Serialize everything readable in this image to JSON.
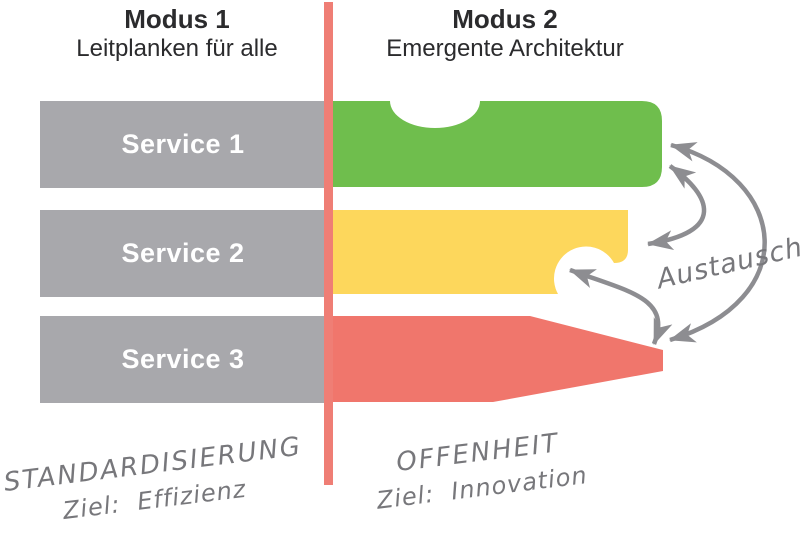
{
  "header": {
    "left": {
      "title": "Modus 1",
      "subtitle": "Leitplanken für alle"
    },
    "right": {
      "title": "Modus 2",
      "subtitle": "Emergente Architektur"
    }
  },
  "services": [
    {
      "label": "Service 1",
      "right_shape": "rounded-bar-with-top-notch",
      "color": "#6fbe4d"
    },
    {
      "label": "Service 2",
      "right_shape": "bar-with-bottom-right-bite",
      "color": "#fdd75c"
    },
    {
      "label": "Service 3",
      "right_shape": "arrow-pointed-bar",
      "color": "#f0766c"
    }
  ],
  "annotations": {
    "exchange_label": "Austausch",
    "footer_left": {
      "line1": "STANDARDISIERUNG",
      "line2": "Ziel:  Effizienz"
    },
    "footer_right": {
      "line1": "OFFENHEIT",
      "line2": "Ziel:  Innovation"
    }
  },
  "colors": {
    "divider": "#ef7e75",
    "bar_gray": "#a8a8ac",
    "green": "#6fbe4d",
    "yellow": "#fdd75c",
    "red": "#f0766c",
    "arrow_gray": "#8d8d91",
    "handwriting_gray": "#77777b",
    "heading_text": "#2b2b2d",
    "service_label_text": "#ffffff"
  }
}
